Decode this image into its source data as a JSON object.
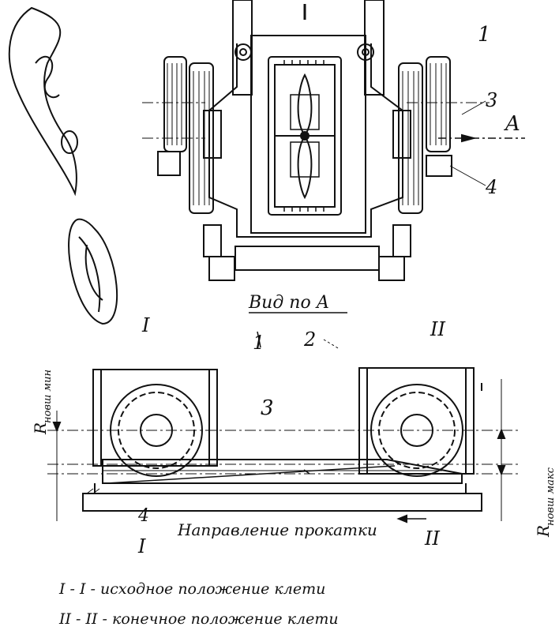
{
  "top_view": {
    "caption": "Вид по А",
    "num_1": "1",
    "num_3": "3",
    "num_4": "4",
    "arrow_a": "A"
  },
  "side_view": {
    "section_left": "I",
    "section_right": "II",
    "num_1": "1",
    "num_2": "2",
    "num_3": "3",
    "num_4": "4",
    "r_min": "R",
    "r_min_sub": "новш мин",
    "r_max": "R",
    "r_max_sub": "новш макс",
    "direction": "Направление прокатки",
    "section_left_bottom": "I",
    "section_right_bottom": "II"
  },
  "legend": {
    "line1": "I - I - исходное положение клети",
    "line2": "II - II - конечное положение клети"
  }
}
